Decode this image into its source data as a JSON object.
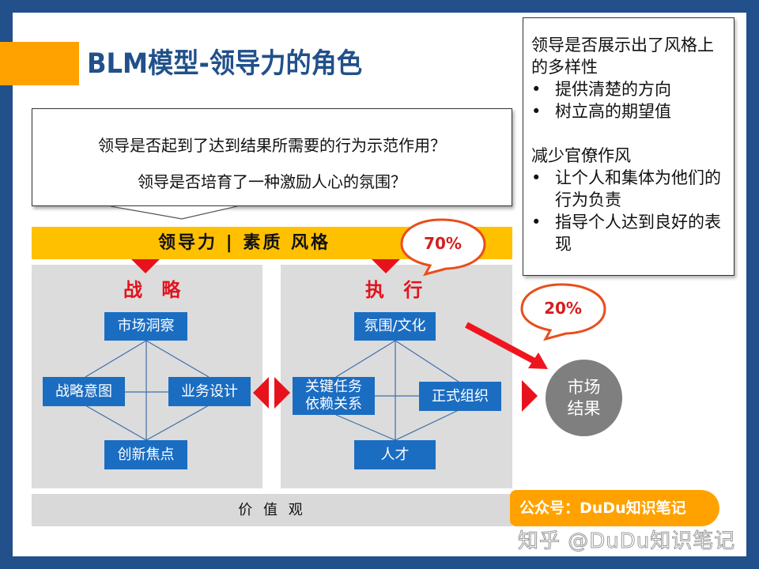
{
  "slide": {
    "title": "BLM模型-领导力的角色",
    "colors": {
      "frame": "#21508B",
      "title_accent": "#FFA200",
      "bar_yellow": "#FFC000",
      "node_blue": "#1B6DC1",
      "red": "#E0141E",
      "panel_gray": "#DCDCDC",
      "circle_gray": "#7F7F7F"
    }
  },
  "callout": {
    "line1": "领导是否起到了达到结果所需要的行为示范作用？",
    "line2": "领导是否培育了一种激励人心的氛围？"
  },
  "side_box": {
    "heading1": "领导是否展示出了风格上的多样性",
    "bullets1": [
      "提供清楚的方向",
      "树立高的期望值"
    ],
    "heading2": "减少官僚作风",
    "bullets2": [
      "让个人和集体为他们的行为负责",
      "指导个人达到良好的表现"
    ],
    "bullet_glyph": "•"
  },
  "leadership_bar": {
    "label": "领导力 | 素质 风格"
  },
  "bubbles": {
    "top": "70%",
    "result": "20%"
  },
  "strategy": {
    "title": "战 略",
    "nodes": {
      "top": "市场洞察",
      "left": "战略意图",
      "right": "业务设计",
      "bottom": "创新焦点"
    }
  },
  "execution": {
    "title": "执 行",
    "nodes": {
      "top": "氛围/文化",
      "left_line1": "关键任务",
      "left_line2": "依赖关系",
      "right": "正式组织",
      "bottom": "人才"
    }
  },
  "result": {
    "line1": "市场",
    "line2": "结果"
  },
  "values_bar": {
    "label": "价 值 观"
  },
  "watermark": {
    "badge": "公众号：DuDu知识笔记",
    "zhihu": "知乎 @DuDu知识笔记"
  }
}
